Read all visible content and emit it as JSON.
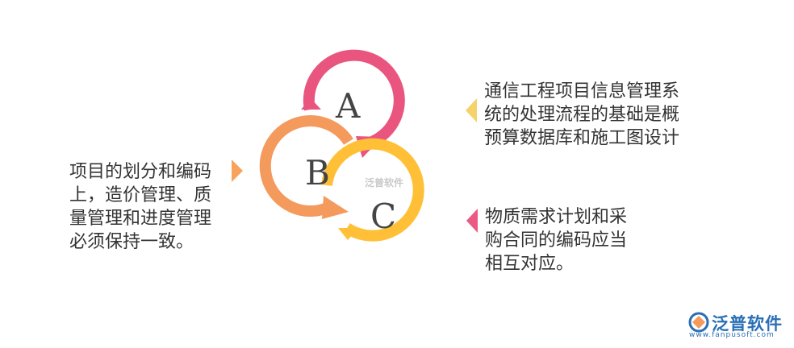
{
  "nodes": [
    {
      "letter": "A",
      "color": "#e9557f"
    },
    {
      "letter": "B",
      "color": "#f59a5d"
    },
    {
      "letter": "C",
      "color": "#ffc037"
    }
  ],
  "texts": {
    "left": "项目的划分和编码\n上，造价管理、质\n量管理和进度管理\n必须保持一致。",
    "right_top": " 通信工程项目信息管理系\n统的处理流程的基础是概\n预算数据库和施工图设计",
    "right_bottom": "物质需求计划和采\n购合同的编码应当\n相互对应。"
  },
  "watermark": "泛普软件",
  "logo": {
    "name": "泛普软件",
    "url": "www.fanpusoft.com"
  }
}
